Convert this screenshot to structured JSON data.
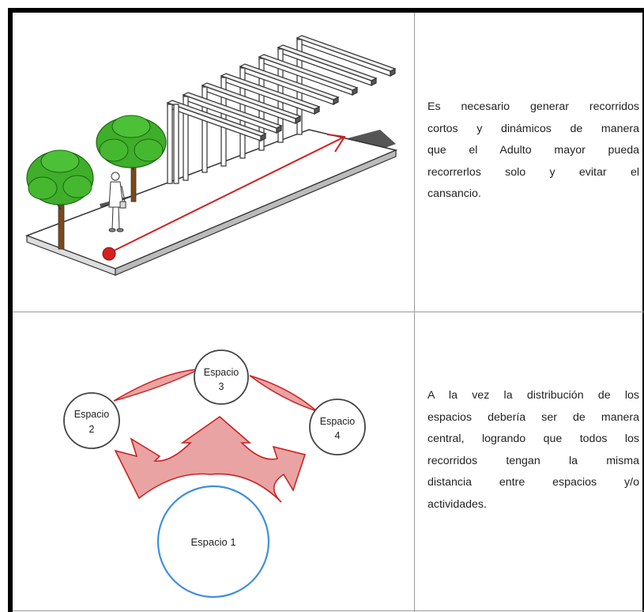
{
  "row1": {
    "lines": [
      "Es necesario generar recorridos",
      "cortos y dinámicos de manera",
      "que el Adulto mayor pueda",
      "recorrerlos solo y evitar el",
      "cansancio."
    ]
  },
  "row2": {
    "lines": [
      "A la vez la distribución de los",
      "espacios debería ser de manera",
      "central, logrando que todos los",
      "recorridos tengan la misma",
      "distancia entre espacios y/o",
      "actividades."
    ]
  },
  "diagram": {
    "espacio1": "Espacio 1",
    "espacio2": [
      "Espacio",
      "2"
    ],
    "espacio3": [
      "Espacio",
      "3"
    ],
    "espacio4": [
      "Espacio",
      "4"
    ]
  },
  "colors": {
    "arrow_fill": "#e9a3a3",
    "arrow_stroke": "#cc2222",
    "path_arrow": "#cc2222",
    "circle_main": "#3d8fe0",
    "tree": "#3fae2a"
  }
}
